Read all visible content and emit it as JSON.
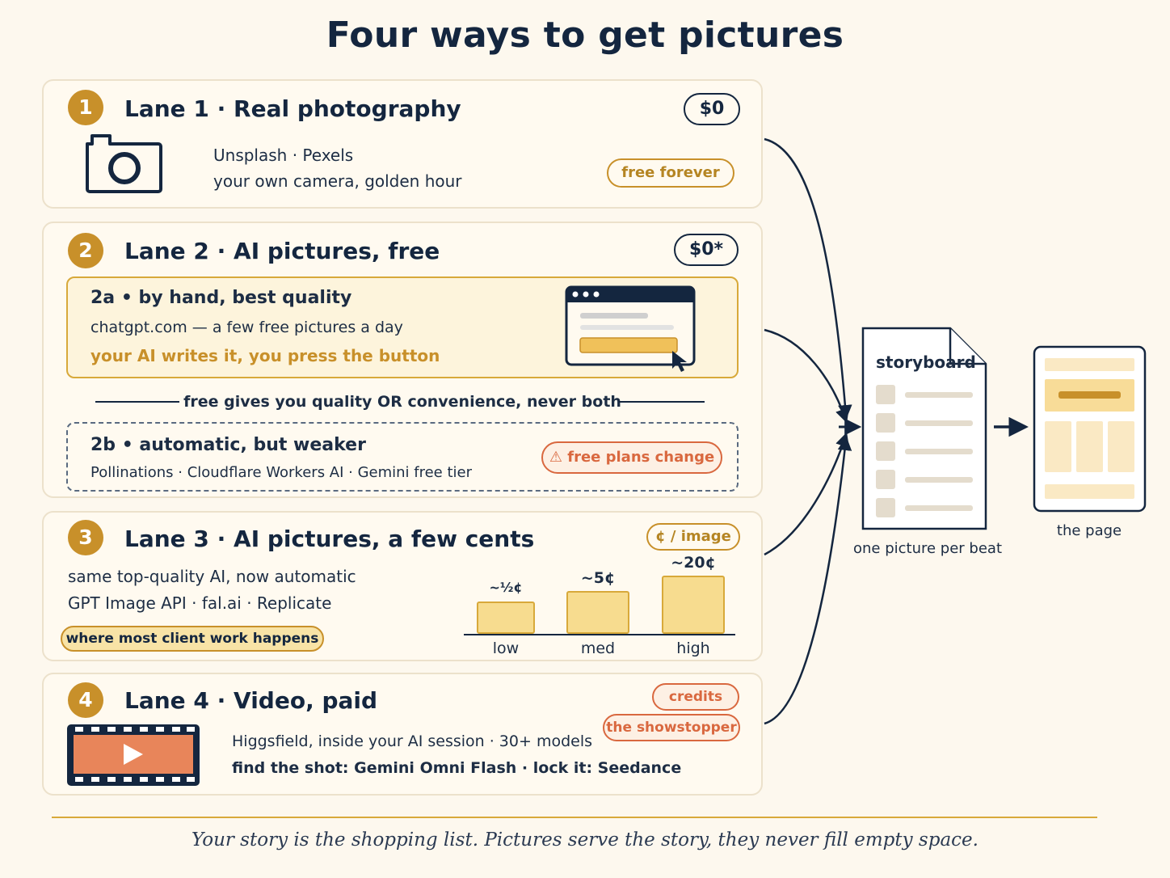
{
  "title": "Four ways to get pictures",
  "lane1": {
    "number": "1",
    "title": "Lane 1 · Real photography",
    "price": "$0",
    "line1": "Unsplash · Pexels",
    "line2": "your own camera, golden hour",
    "tag": "free forever",
    "icon": "camera-icon"
  },
  "lane2": {
    "number": "2",
    "title": "Lane 2 · AI pictures, free",
    "price": "$0*",
    "a": {
      "title": "2a • by hand, best quality",
      "line1": "chatgpt.com — a few free pictures a day",
      "line2": "your AI writes it, you press the button",
      "icon": "browser-window-icon"
    },
    "divider": "free gives you quality OR convenience, never both",
    "b": {
      "title": "2b • automatic, but weaker",
      "line1": "Pollinations · Cloudflare Workers AI · Gemini free tier",
      "warning": "⚠ free plans change"
    }
  },
  "lane3": {
    "number": "3",
    "title": "Lane 3 · AI pictures, a few cents",
    "price_tag": "¢ / image",
    "line1": "same top-quality AI, now automatic",
    "line2": "GPT Image API · fal.ai · Replicate",
    "highlight": "where most client work happens"
  },
  "lane4": {
    "number": "4",
    "title": "Lane 4 · Video, paid",
    "tag1": "credits",
    "tag2": "the showstopper",
    "line1": "Higgsfield, inside your AI session · 30+ models",
    "line2": "find the shot: Gemini Omni Flash · lock it: Seedance",
    "icon": "film-strip-icon"
  },
  "chart_data": {
    "type": "bar",
    "categories": [
      "low",
      "med",
      "high"
    ],
    "values": [
      0.5,
      5,
      20
    ],
    "value_labels": [
      "~½¢",
      "~5¢",
      "~20¢"
    ],
    "ylim": [
      0,
      20
    ]
  },
  "storyboard": {
    "title": "storyboard",
    "caption": "one picture per beat",
    "icon": "document-icon"
  },
  "page": {
    "caption": "the page",
    "icon": "page-layout-icon"
  },
  "footer": "Your story is the shopping list.  Pictures serve the story, they never fill empty space.",
  "colors": {
    "navy": "#14263f",
    "gold": "#c8902a",
    "orange": "#d9683f",
    "cream": "#fdf8ee"
  }
}
